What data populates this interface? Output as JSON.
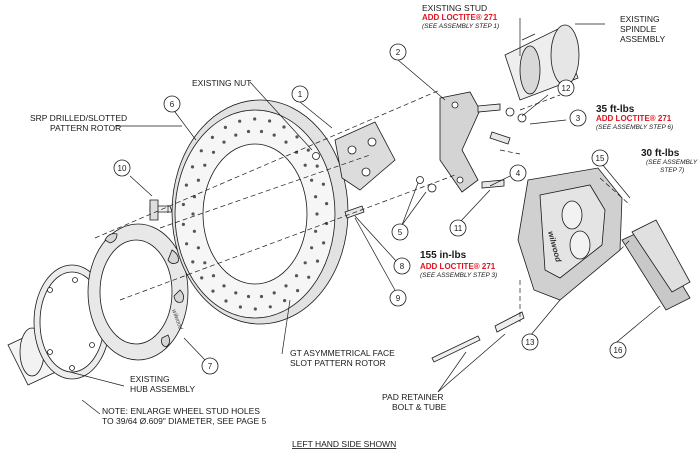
{
  "labels": {
    "existing_stud": "EXISTING STUD",
    "existing_spindle_1": "EXISTING",
    "existing_spindle_2": "SPINDLE",
    "existing_spindle_3": "ASSEMBLY",
    "existing_nut": "EXISTING NUT",
    "rotor_1": "SRP DRILLED/SLOTTED",
    "rotor_2": "PATTERN ROTOR",
    "existing_hub_1": "EXISTING",
    "existing_hub_2": "HUB ASSEMBLY",
    "note_1": "NOTE: ENLARGE WHEEL STUD HOLES",
    "note_2": "TO 39/64 Ø.609\" DIAMETER, SEE PAGE 5",
    "gt_1": "GT ASYMMETRICAL FACE",
    "gt_2": "SLOT PATTERN ROTOR",
    "pad_1": "PAD RETAINER",
    "pad_2": "BOLT & TUBE",
    "footer": "LEFT HAND SIDE SHOWN"
  },
  "callouts": {
    "stud": {
      "loctite": "ADD LOCTITE® 271",
      "step": "(SEE ASSEMBLY STEP 1)"
    },
    "t35": {
      "torque": "35 ft-lbs",
      "loctite": "ADD LOCTITE® 271",
      "step": "(SEE ASSEMBLY STEP 6)"
    },
    "t30": {
      "torque": "30 ft-lbs",
      "step1": "(SEE ASSEMBLY",
      "step2": "STEP 7)"
    },
    "t155": {
      "torque": "155 in-lbs",
      "loctite": "ADD LOCTITE® 271",
      "step": "(SEE ASSEMBLY STEP 3)"
    }
  },
  "parts": [
    "1",
    "2",
    "3",
    "4",
    "5",
    "6",
    "7",
    "8",
    "9",
    "10",
    "11",
    "12",
    "13",
    "15",
    "16"
  ],
  "brand": "wilwood",
  "colors": {
    "loctite_red": "#e0141e",
    "line": "#1a1a1a"
  }
}
